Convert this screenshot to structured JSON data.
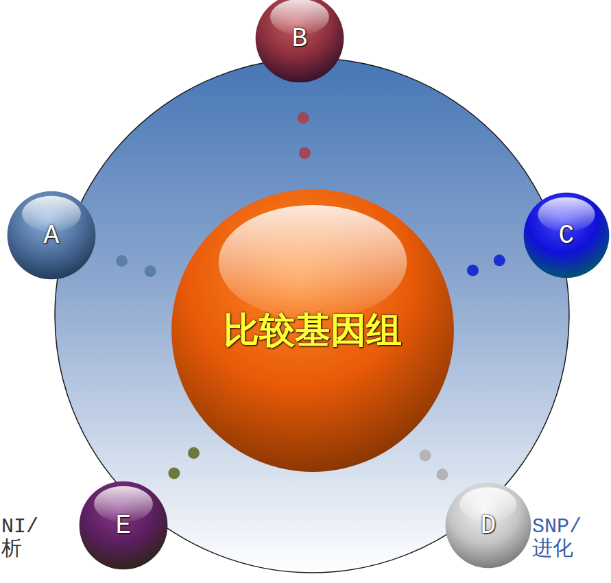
{
  "diagram": {
    "nodes": [
      {
        "text": [
          "B"
        ]
      },
      {
        "text": [
          "A"
        ]
      },
      {
        "text": [
          "C"
        ]
      },
      {
        "text": [
          "比较基因组"
        ]
      },
      {
        "text": [
          "E"
        ]
      },
      {
        "text": [
          "D"
        ]
      }
    ],
    "edges": [
      {
        "from": 3,
        "to": 0,
        "arrow": "none"
      },
      {
        "from": 3,
        "to": 1,
        "arrow": "none"
      },
      {
        "from": 3,
        "to": 2,
        "arrow": "none"
      },
      {
        "from": 3,
        "to": 4,
        "arrow": "none"
      },
      {
        "from": 3,
        "to": 5,
        "arrow": "none"
      }
    ],
    "labels": [
      "NI/ 析",
      "SNP/ 进化"
    ]
  }
}
